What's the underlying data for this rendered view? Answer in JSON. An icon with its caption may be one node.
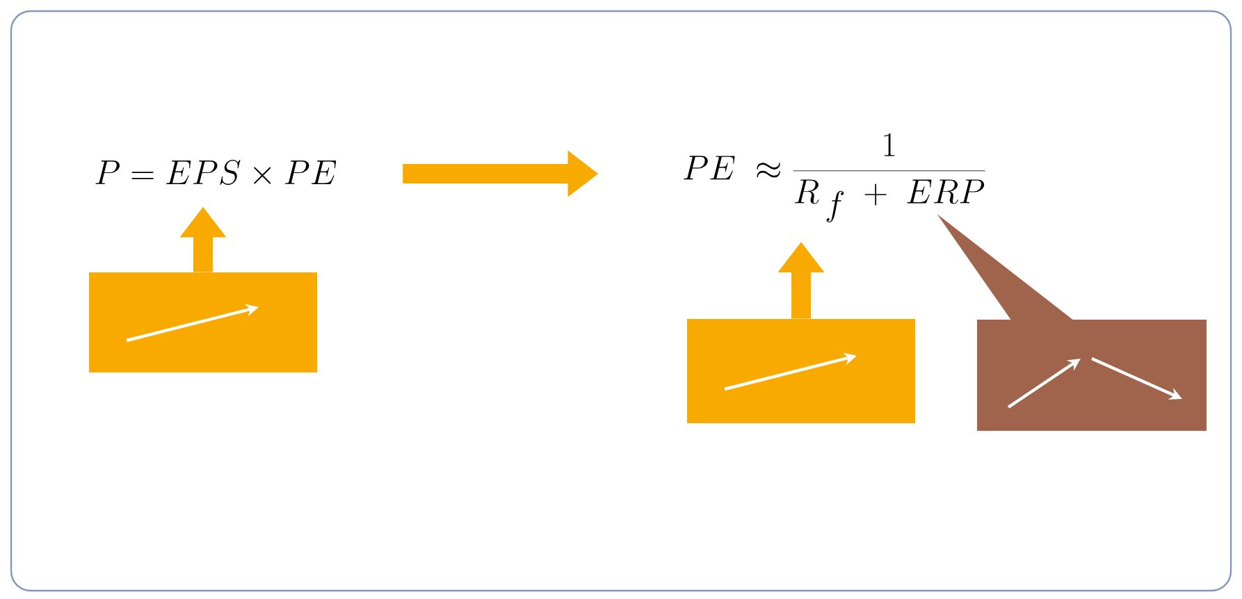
{
  "diagram": {
    "nodes": [
      {
        "text": [
          "P=EPS\\times PE"
        ]
      },
      {
        "text": [
          "PE\\;\\approx \\frac{1}{R_{\\,f}\\;+\\;ERP}"
        ]
      },
      {
        "text": [],
        "shape": "box"
      },
      {
        "text": [],
        "shape": "box"
      },
      {
        "text": [],
        "shape": "box"
      }
    ],
    "edges": [
      {
        "from": 0,
        "to": 1,
        "arrow": "to"
      },
      {
        "from": 2,
        "to": 0,
        "arrow": "to"
      },
      {
        "from": 3,
        "to": 1,
        "arrow": "to"
      },
      {
        "from": 4,
        "to": 1,
        "arrow": "none",
        "color": "#a0644c"
      }
    ]
  }
}
